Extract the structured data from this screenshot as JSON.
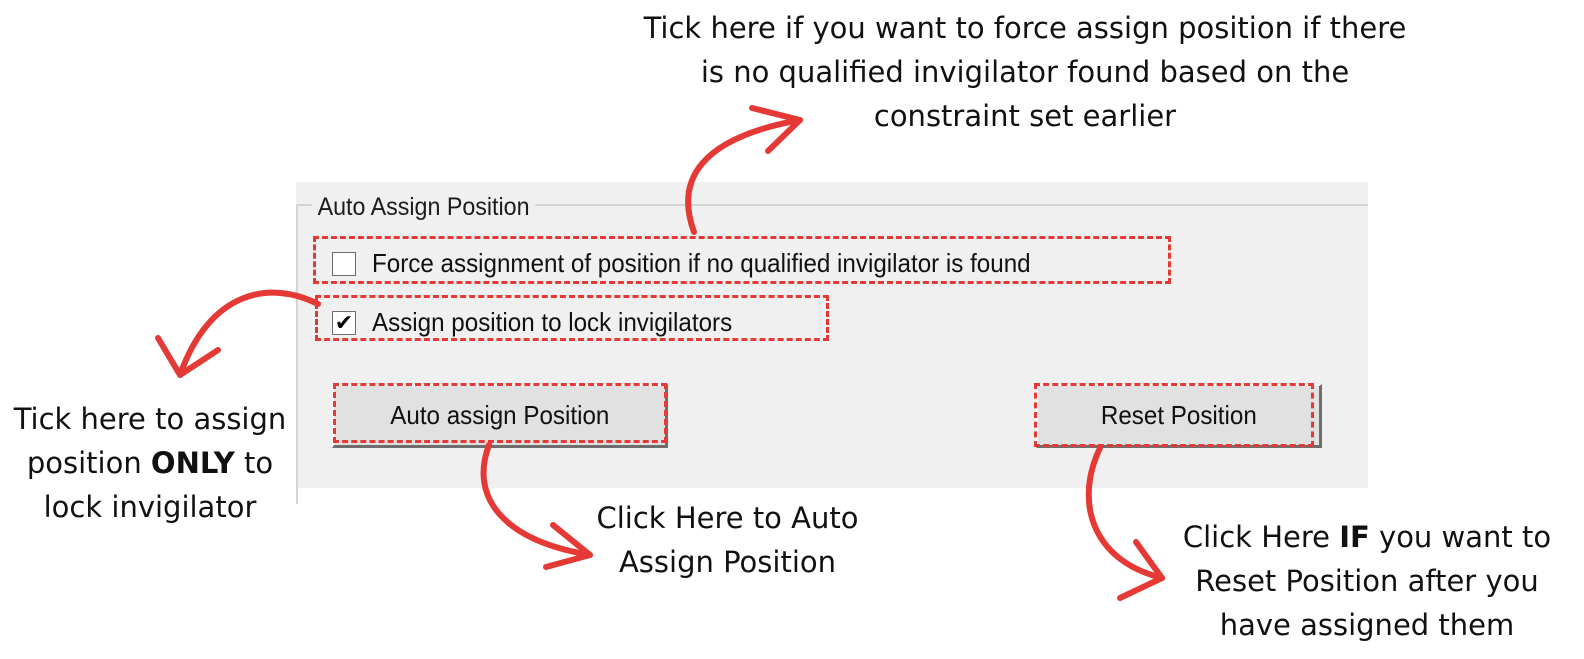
{
  "groupbox": {
    "title": "Auto Assign Position",
    "checkboxes": [
      {
        "label": "Force assignment of position if no qualified invigilator is found",
        "checked": false,
        "mark": ""
      },
      {
        "label": "Assign position to lock invigilators",
        "checked": true,
        "mark": "✔"
      }
    ],
    "buttons": {
      "auto_assign": "Auto assign Position",
      "reset": "Reset Position"
    }
  },
  "annotations": {
    "force": {
      "line1": "Tick here if you want to force assign position if there",
      "line2": "is no qualified invigilator found based on the",
      "line3": "constraint set earlier"
    },
    "lock": {
      "line1": "Tick here to assign",
      "line2_pre": "position ",
      "line2_bold": "ONLY",
      "line2_post": " to",
      "line3": "lock invigilator"
    },
    "auto": {
      "line1": "Click Here to Auto",
      "line2": "Assign Position"
    },
    "reset": {
      "line1_pre": "Click Here ",
      "line1_bold": "IF",
      "line1_post": " you want to",
      "line2": "Reset Position after you",
      "line3": "have assigned them"
    }
  },
  "colors": {
    "annotation_red": "#e53935",
    "panel_bg": "#f0f0f0"
  }
}
